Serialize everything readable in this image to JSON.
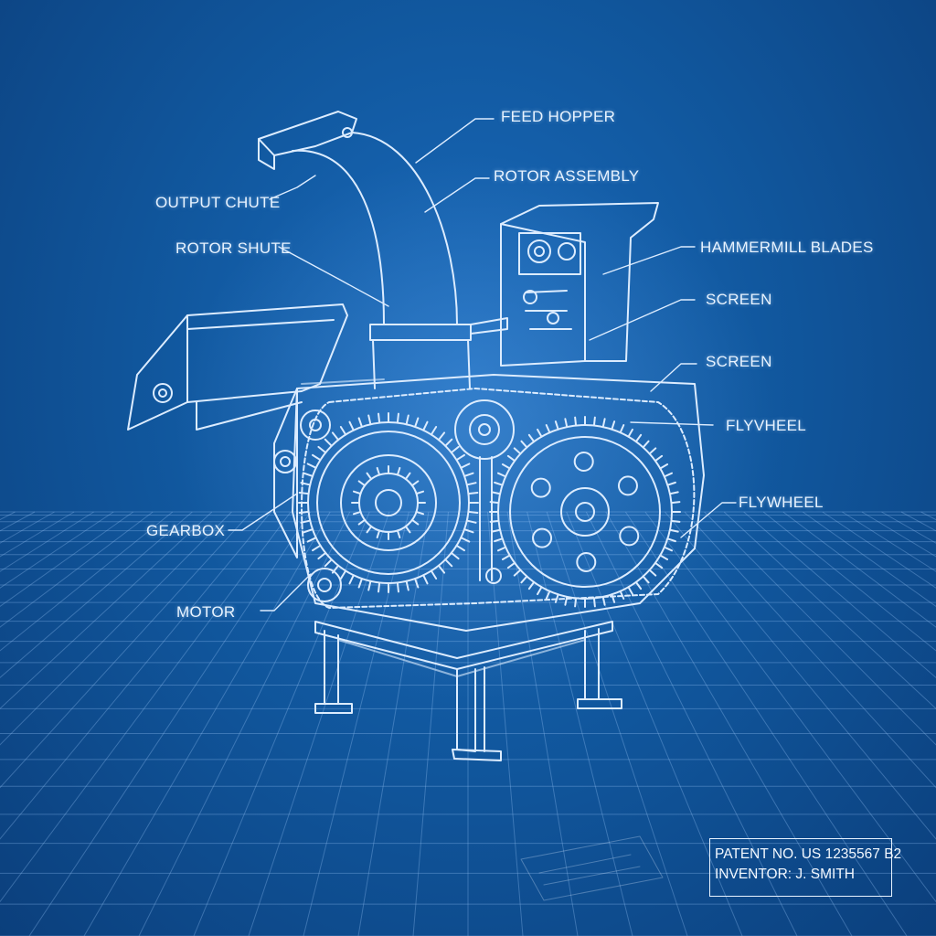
{
  "labels": {
    "feed_hopper": "FEED HOPPER",
    "rotor_assembly": "ROTOR ASSEMBLY",
    "output_chute": "OUTPUT CHUTE",
    "rotor_shute": "ROTOR SHUTE",
    "hammermill_blades": "HAMMERMILL BLADES",
    "screen_1": "SCREEN",
    "screen_2": "SCREEN",
    "flywheel_1": "FLYVHEEL",
    "flywheel_2": "FLYWHEEL",
    "gearbox": "GEARBOX",
    "motor": "MOTOR"
  },
  "title_block": {
    "patent": "PATENT NO. US 1235567 B2",
    "inventor": "INVENTOR:  J. SMITH"
  },
  "colors": {
    "background": "#11589f",
    "line": "#dcecff"
  }
}
